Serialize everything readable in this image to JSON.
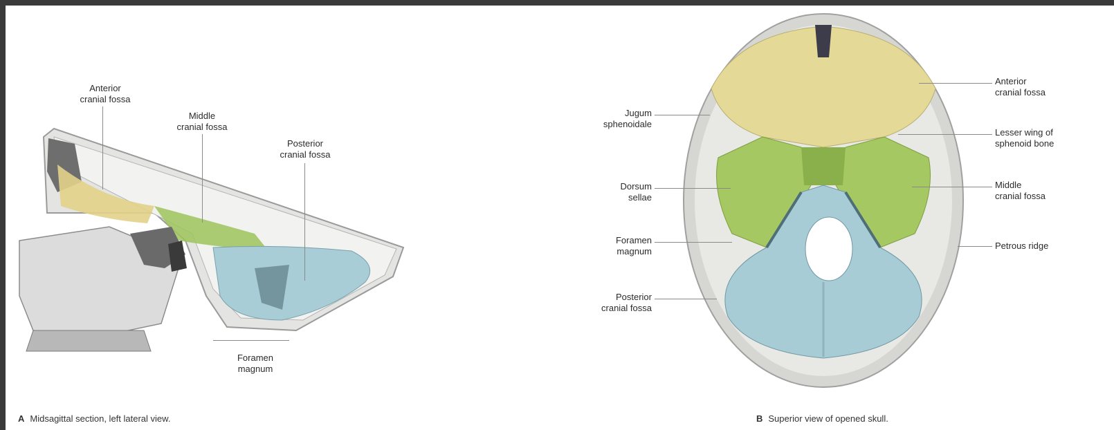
{
  "panel_a": {
    "caption_letter": "A",
    "caption_text": "Midsagittal section, left lateral view.",
    "labels": {
      "anterior": "Anterior\ncranial fossa",
      "middle": "Middle\ncranial fossa",
      "posterior": "Posterior\ncranial fossa",
      "foramen": "Foramen\nmagnum"
    }
  },
  "panel_b": {
    "caption_letter": "B",
    "caption_text": "Superior view of opened skull.",
    "left_labels": {
      "jugum": "Jugum\nsphenoidale",
      "sella": "Dorsum\nsellae",
      "foramen": "Foramen\nmagnum",
      "posterior": "Posterior\ncranial fossa"
    },
    "right_labels": {
      "anterior": "Anterior\ncranial fossa",
      "lesser_wing": "Lesser wing of\nsphenoid bone",
      "middle": "Middle\ncranial fossa",
      "petrous": "Petrous ridge"
    }
  },
  "colors": {
    "anterior_fossa": "#e8dca0",
    "middle_fossa": "#a6c860",
    "posterior_fossa": "#a8ccd6",
    "bone": "#d8d8d4",
    "leader": "#8a8a8a"
  }
}
